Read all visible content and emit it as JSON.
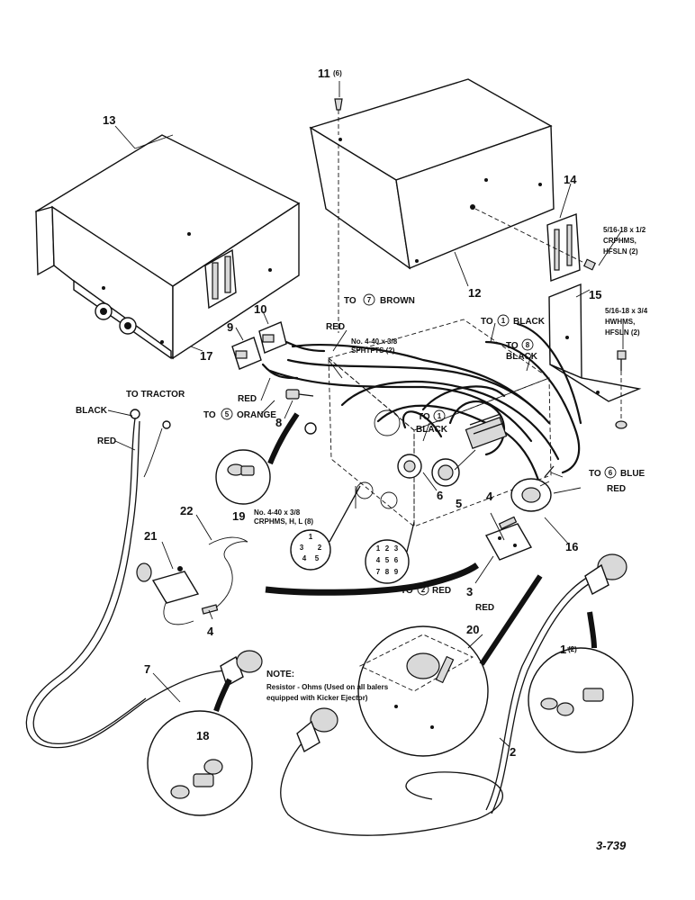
{
  "parts": {
    "p1": "1",
    "p1_qty": "(2)",
    "p2": "2",
    "p3": "3",
    "p4a": "4",
    "p4b": "4",
    "p5": "5",
    "p6": "6",
    "p7": "7",
    "p8": "8",
    "p9": "9",
    "p10": "10",
    "p11": "11",
    "p11_qty": "(6)",
    "p12": "12",
    "p13": "13",
    "p14": "14",
    "p15": "15",
    "p16": "16",
    "p17": "17",
    "p18": "18",
    "p19": "19",
    "p20": "20",
    "p21": "21",
    "p22": "22"
  },
  "wire_labels": {
    "to_7": "TO",
    "to_7_circle": "7",
    "to_7_color": "BROWN",
    "red_top": "RED",
    "to_1_top": "TO",
    "to_1_top_circle": "1",
    "to_1_top_color": "BLACK",
    "to_8": "TO",
    "to_8_circle": "8",
    "to_8_color": "BLACK",
    "to_1_mid": "TO",
    "to_1_mid_circle": "1",
    "to_1_mid_color": "BLACK",
    "red_left": "RED",
    "to_5": "TO",
    "to_5_circle": "5",
    "to_5_color": "ORANGE",
    "to_6": "TO",
    "to_6_circle": "6",
    "to_6_color": "BLUE",
    "red_right": "RED",
    "to_2": "TO",
    "to_2_circle": "2",
    "to_2_color": "RED",
    "red_bottom": "RED",
    "to_tractor": "TO TRACTOR",
    "black_tractor": "BLACK",
    "red_tractor": "RED"
  },
  "hardware": {
    "screw_top_l1": "No. 4-40 x 3/8",
    "screw_top_l2": "SPHTFTS (2)",
    "screw_left_l1": "No. 4-40 x 3/8",
    "screw_left_l2": "CRPHMS, H, L (8)",
    "bolt_14_l1": "5/16-18 x 1/2",
    "bolt_14_l2": "CRPHMS,",
    "bolt_14_l3": "HFSLN (2)",
    "bolt_15_l1": "5/16-18 x 3/4",
    "bolt_15_l2": "HWHMS,",
    "bolt_15_l3": "HFSLN (2)"
  },
  "note": {
    "title": "NOTE:",
    "line1": "Resistor - Ohms (Used on all balers",
    "line2": "equipped with Kicker Ejector)"
  },
  "connector_pins_5": [
    "1",
    "2",
    "3",
    "4",
    "5"
  ],
  "connector_pins_9": [
    "1",
    "2",
    "3",
    "4",
    "5",
    "6",
    "7",
    "8",
    "9"
  ],
  "figure_code": "3-739"
}
